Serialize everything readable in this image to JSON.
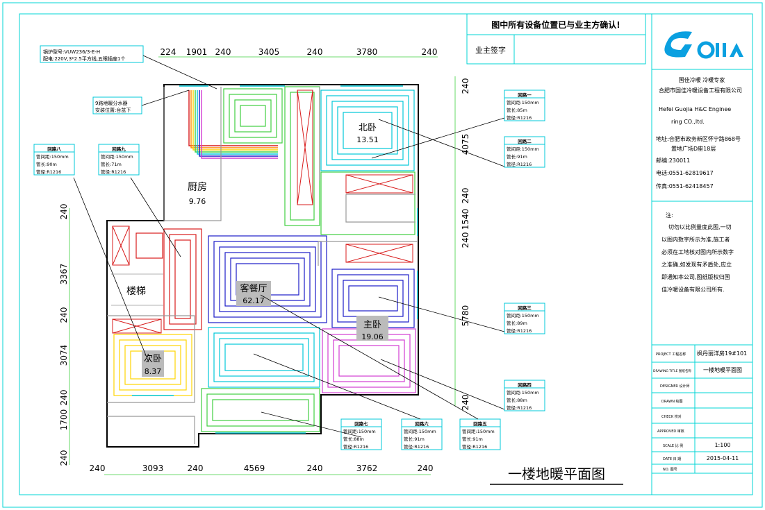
{
  "notice": "图中所有设备位置已与业主方确认!",
  "owner_sign": "业主签字",
  "company": {
    "logo_text": "GOJIA",
    "slogan": "国佳冷暖 冷暖专家",
    "name_cn": "合肥市国佳冷暖设备工程有限公司",
    "name_en_1": "Hefei Guojia H&C Enginee",
    "name_en_2": "ring CO.,ltd.",
    "address_1": "地址:合肥市政务新区怀宁路868号",
    "address_2": "置地广场D座18层",
    "postcode": "邮编:230011",
    "phone": "电话:0551-62819617",
    "fax": "传真:0551-62418457"
  },
  "note": {
    "title": "注:",
    "lines": [
      "切勿以比例量度此图,一切",
      "以图内数字所示为准,施工者",
      "必须在工地核对图内所示数字",
      "之准确,如发现有矛盾处,应立",
      "即通知本公司,图纸版权归国",
      "佳冷暖设备有限公司所有."
    ]
  },
  "title_block": {
    "project_label": "PROJECT 工程名称",
    "project_value": "枫丹丽洋房19#101",
    "drawing_label": "DRAWING TITLE 图纸名称",
    "drawing_value": "一楼地暖平面图",
    "designer": "DESIGNER 设计师",
    "drawn": "DRAWN 绘图",
    "check": "CHECK 校对",
    "approved": "APPROVED 审核",
    "scale_label": "SCALE 比 例",
    "scale_value": "1:100",
    "date_label": "DATE 日 期",
    "date_value": "2015-04-11",
    "no_label": "NO. 图号"
  },
  "plan_title": "一楼地暖平面图",
  "rooms": {
    "north_bedroom": {
      "name": "北卧",
      "area": "13.51"
    },
    "kitchen": {
      "name": "厨房",
      "area": "9.76"
    },
    "stairs": {
      "name": "楼梯"
    },
    "living_dining": {
      "name": "客餐厅",
      "area": "62.17"
    },
    "master_bedroom": {
      "name": "主卧",
      "area": "19.06"
    },
    "second_bedroom": {
      "name": "次卧",
      "area": "8.37"
    }
  },
  "equipment": {
    "boiler_line1": "锅炉型号:VUW236/3-E-H",
    "boiler_line2": "配电:220V,3*2.5平方线,五眼插座1个",
    "manifold_line1": "9路地暖分水器",
    "manifold_line2": "安装位置:台盆下"
  },
  "loops": {
    "l1": {
      "title": "回路一",
      "spacing": "管间距:150mm",
      "length": "管长:85m",
      "spec": "管径:R1216"
    },
    "l2": {
      "title": "回路二",
      "spacing": "管间距:150mm",
      "length": "管长:91m",
      "spec": "管径:R1216"
    },
    "l3": {
      "title": "回路三",
      "spacing": "管间距:150mm",
      "length": "管长:89m",
      "spec": "管径:R1216"
    },
    "l4": {
      "title": "回路四",
      "spacing": "管间距:150mm",
      "length": "管长:88m",
      "spec": "管径:R1216"
    },
    "l5": {
      "title": "回路五",
      "spacing": "管间距:150mm",
      "length": "管长:91m",
      "spec": "管径:R1216"
    },
    "l6": {
      "title": "回路六",
      "spacing": "管间距:150mm",
      "length": "管长:91m",
      "spec": "管径:R1216"
    },
    "l7": {
      "title": "回路七",
      "spacing": "管间距:150mm",
      "length": "管长:88m",
      "spec": "管径:R1216"
    },
    "l8": {
      "title": "回路八",
      "spacing": "管间距:150mm",
      "length": "管长:90m",
      "spec": "管径:R1216"
    },
    "l9": {
      "title": "回路九",
      "spacing": "管间距:150mm",
      "length": "管长:71m",
      "spec": "管径:R1216"
    }
  },
  "dims": {
    "top": [
      "224",
      "1901",
      "240",
      "3405",
      "240",
      "3780",
      "240"
    ],
    "bottom": [
      "240",
      "3093",
      "240",
      "4569",
      "240",
      "3762",
      "240"
    ],
    "left": [
      "240",
      "3367",
      "240",
      "3074",
      "240",
      "1700",
      "240"
    ],
    "right": [
      "240",
      "4075",
      "240",
      "1540",
      "240",
      "5780",
      "240"
    ]
  },
  "colors": {
    "frame": "#00d4d4",
    "wall": "#000000",
    "loop1": "#00c8d8",
    "loop2": "#3fcf3f",
    "loop3": "#1c1cc8",
    "loop4": "#d23cd2",
    "loop5": "#00c8d8",
    "loop6": "#3fcf3f",
    "loop7": "#3fcf3f",
    "loop8": "#ffd400",
    "loop9": "#d81c1c",
    "logo": "#0aa0e0"
  }
}
